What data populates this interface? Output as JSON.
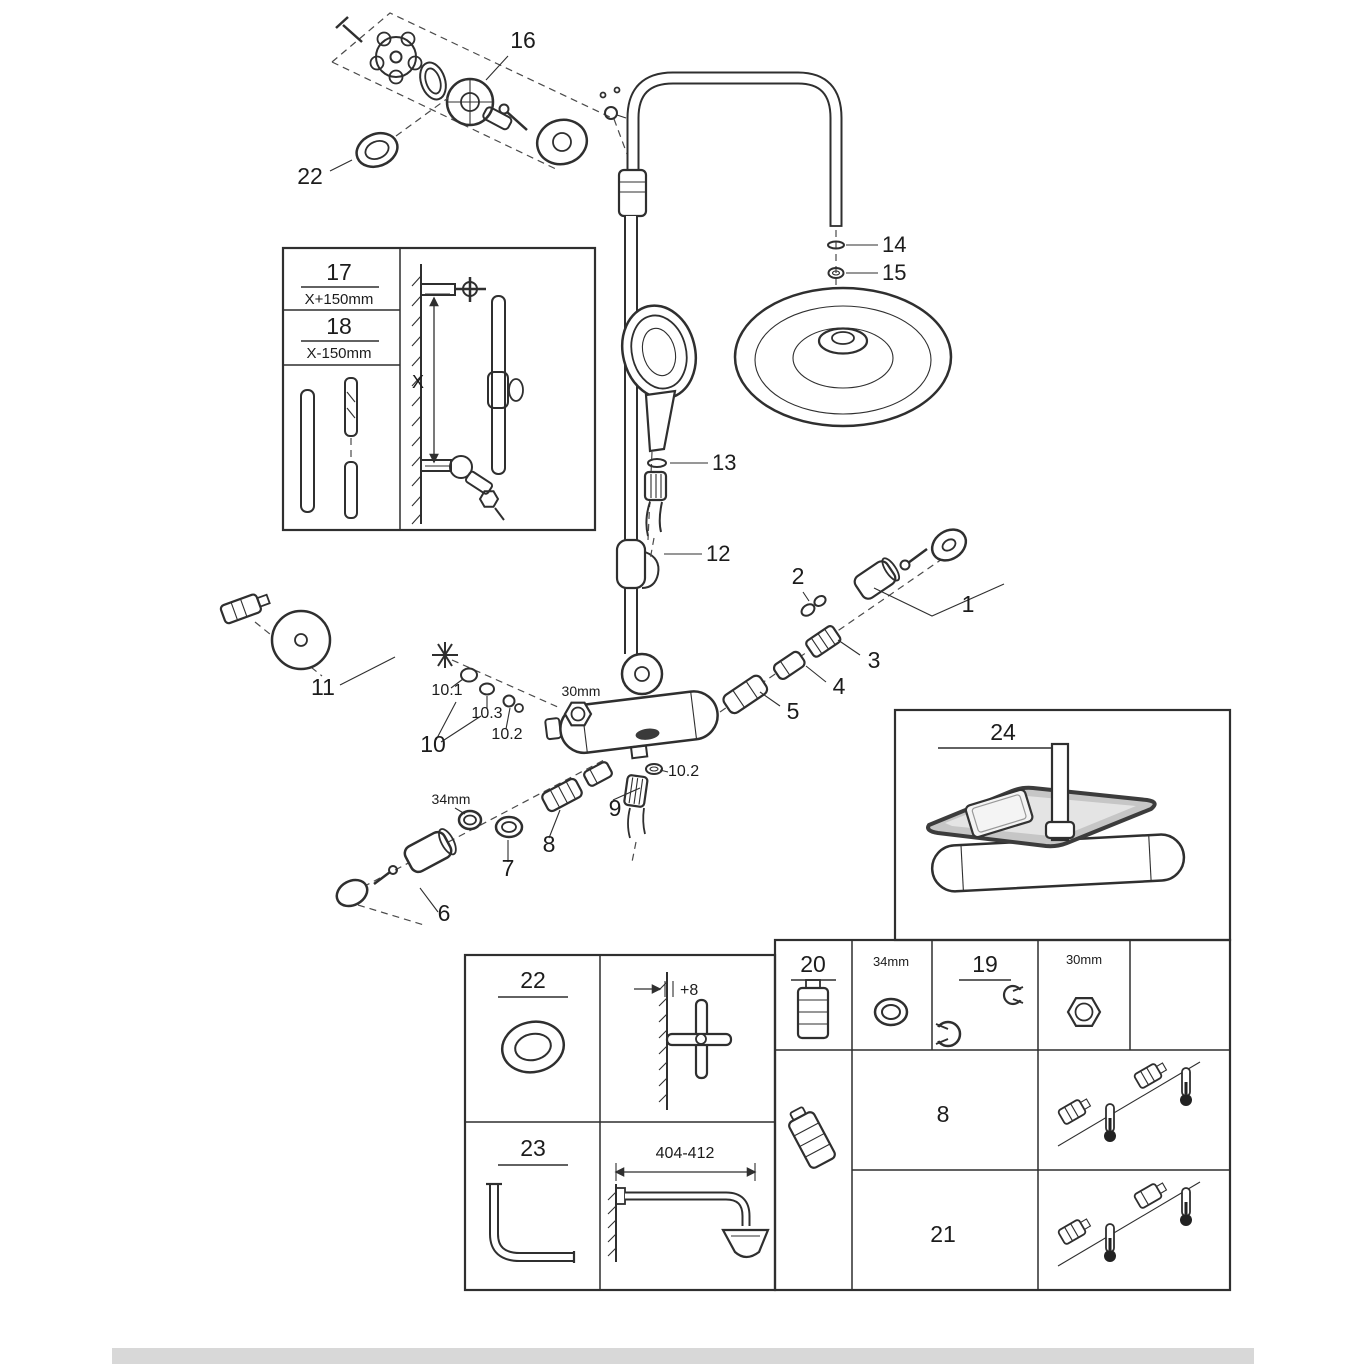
{
  "page": {
    "footer_bar_color": "#d8d8d8"
  },
  "main": {
    "callouts": {
      "n1": "1",
      "n2": "2",
      "n3": "3",
      "n4": "4",
      "n5": "5",
      "n6": "6",
      "n7": "7",
      "n8": "8",
      "n9": "9",
      "n10": "10",
      "n10_1": "10.1",
      "n10_2a": "10.2",
      "n10_2b": "10.2",
      "n10_3": "10.3",
      "n11": "11",
      "n12": "12",
      "n13": "13",
      "n14": "14",
      "n15": "15",
      "n16": "16",
      "n22": "22"
    },
    "dims": {
      "d30": "30mm",
      "d34": "34mm"
    }
  },
  "inset_rail": {
    "n17": "17",
    "len17": "X+150mm",
    "n18": "18",
    "len18": "X-150mm",
    "dim_x": "X"
  },
  "inset_shelf": {
    "n24": "24"
  },
  "inset_lower_left": {
    "n22": "22",
    "wall_dim": "+8",
    "n23": "23",
    "arm_dim": "404-412"
  },
  "inset_lower_right": {
    "n20": "20",
    "d34": "34mm",
    "n19": "19",
    "d30": "30mm",
    "n8": "8",
    "n21": "21"
  }
}
